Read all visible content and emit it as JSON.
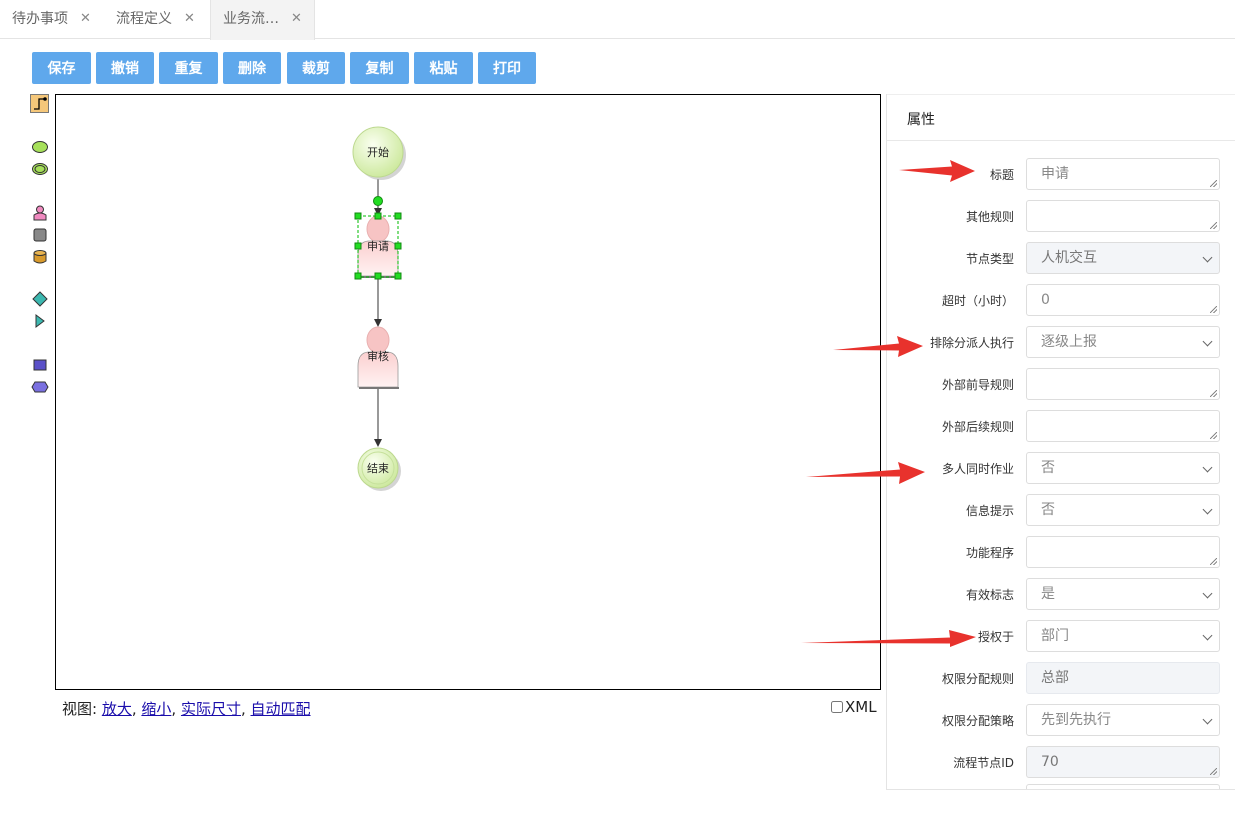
{
  "tabs": [
    {
      "label": "待办事项",
      "close": "✕"
    },
    {
      "label": "流程定义",
      "close": "✕"
    },
    {
      "label": "业务流…",
      "close": "✕"
    }
  ],
  "toolbar": {
    "save": "保存",
    "undo": "撤销",
    "redo": "重复",
    "delete": "删除",
    "cut": "裁剪",
    "copy": "复制",
    "paste": "粘贴",
    "print": "打印"
  },
  "diagram": {
    "start": "开始",
    "apply": "申请",
    "review": "审核",
    "end": "结束"
  },
  "view": {
    "prefix": "视图: ",
    "zoom_in": "放大",
    "zoom_out": "缩小",
    "actual_size": "实际尺寸",
    "auto_fit": "自动匹配",
    "sep": ", ",
    "xml_label": "XML"
  },
  "properties": {
    "title": "属性",
    "fields": [
      {
        "label": "标题",
        "value": "申请",
        "type": "textarea"
      },
      {
        "label": "其他规则",
        "value": "",
        "type": "textarea"
      },
      {
        "label": "节点类型",
        "value": "人机交互",
        "type": "select-disabled"
      },
      {
        "label": "超时（小时）",
        "value": "0",
        "type": "textarea"
      },
      {
        "label": "排除分派人执行",
        "value": "逐级上报",
        "type": "select"
      },
      {
        "label": "外部前导规则",
        "value": "",
        "type": "textarea"
      },
      {
        "label": "外部后续规则",
        "value": "",
        "type": "textarea"
      },
      {
        "label": "多人同时作业",
        "value": "否",
        "type": "select"
      },
      {
        "label": "信息提示",
        "value": "否",
        "type": "select"
      },
      {
        "label": "功能程序",
        "value": "",
        "type": "textarea"
      },
      {
        "label": "有效标志",
        "value": "是",
        "type": "select"
      },
      {
        "label": "授权于",
        "value": "部门",
        "type": "select"
      },
      {
        "label": "权限分配规则",
        "value": "总部",
        "type": "disabled"
      },
      {
        "label": "权限分配策略",
        "value": "先到先执行",
        "type": "select"
      },
      {
        "label": "流程节点ID",
        "value": "70",
        "type": "textarea-disabled"
      }
    ]
  },
  "colors": {
    "button": "#5fa8ec",
    "arrow": "#e8322d",
    "start_end_fill": "#d8f0a8",
    "person_fill": "#fde0e0",
    "selection": "#00cc00"
  }
}
